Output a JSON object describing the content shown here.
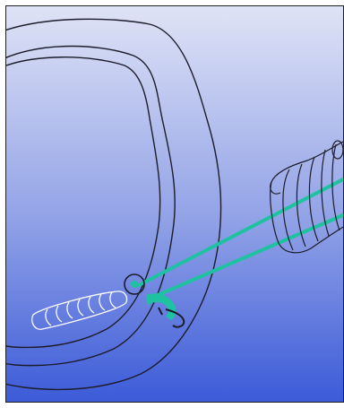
{
  "figure": {
    "description_visible_text": "",
    "colors": {
      "background_top": "#dfe3f6",
      "background_mid": "#8fa0e6",
      "background_bottom": "#3b5ad8",
      "outline": "#1c1c2a",
      "beam": "#1fc2a0",
      "beam_dark": "#0f9a7c",
      "implant": "#ffffff",
      "frame_border": "#202020"
    },
    "icons": [
      "jaw-outline",
      "handpiece-head",
      "laser-beams",
      "implant-screw",
      "target-circle",
      "tooth-root-hook"
    ]
  }
}
